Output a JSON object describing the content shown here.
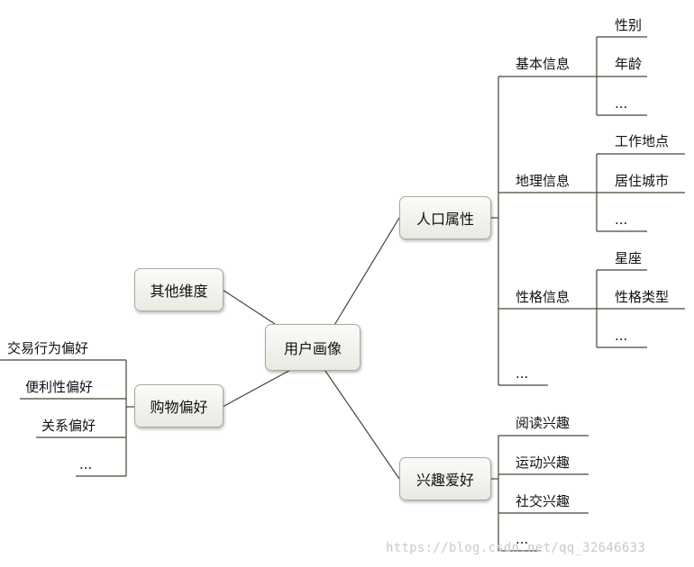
{
  "root": "用户画像",
  "branches": {
    "demographics": {
      "label": "人口属性",
      "basic": {
        "label": "基本信息",
        "items": [
          "性别",
          "年龄",
          "..."
        ]
      },
      "geo": {
        "label": "地理信息",
        "items": [
          "工作地点",
          "居住城市",
          "..."
        ]
      },
      "personality": {
        "label": "性格信息",
        "items": [
          "星座",
          "性格类型",
          "..."
        ]
      },
      "more": "..."
    },
    "interests": {
      "label": "兴趣爱好",
      "items": [
        "阅读兴趣",
        "运动兴趣",
        "社交兴趣",
        "..."
      ]
    },
    "shopping": {
      "label": "购物偏好",
      "items": [
        "交易行为偏好",
        "便利性偏好",
        "关系偏好",
        "..."
      ]
    },
    "other": {
      "label": "其他维度"
    }
  },
  "watermark": "https://blog.csdn.net/qq_32646633",
  "colors": {
    "line": "#3f4a33",
    "node_border": "#a9aa9e"
  }
}
